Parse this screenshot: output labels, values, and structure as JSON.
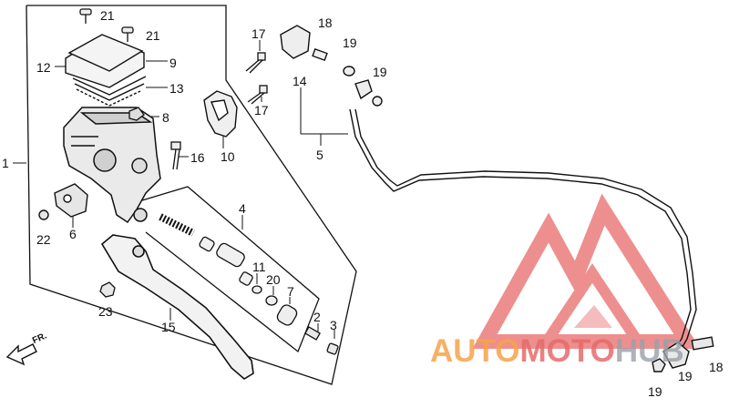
{
  "diagram": {
    "callouts": [
      {
        "id": "label-21a",
        "text": "21"
      },
      {
        "id": "label-21b",
        "text": "21"
      },
      {
        "id": "label-9",
        "text": "9"
      },
      {
        "id": "label-12",
        "text": "12"
      },
      {
        "id": "label-13",
        "text": "13"
      },
      {
        "id": "label-8",
        "text": "8"
      },
      {
        "id": "label-1",
        "text": "1"
      },
      {
        "id": "label-16",
        "text": "16"
      },
      {
        "id": "label-10",
        "text": "10"
      },
      {
        "id": "label-17a",
        "text": "17"
      },
      {
        "id": "label-17b",
        "text": "17"
      },
      {
        "id": "label-18a",
        "text": "18"
      },
      {
        "id": "label-19a",
        "text": "19"
      },
      {
        "id": "label-19b",
        "text": "19"
      },
      {
        "id": "label-14",
        "text": "14"
      },
      {
        "id": "label-5",
        "text": "5"
      },
      {
        "id": "label-4",
        "text": "4"
      },
      {
        "id": "label-22",
        "text": "22"
      },
      {
        "id": "label-6",
        "text": "6"
      },
      {
        "id": "label-11",
        "text": "11"
      },
      {
        "id": "label-20",
        "text": "20"
      },
      {
        "id": "label-7",
        "text": "7"
      },
      {
        "id": "label-2",
        "text": "2"
      },
      {
        "id": "label-3",
        "text": "3"
      },
      {
        "id": "label-23",
        "text": "23"
      },
      {
        "id": "label-15",
        "text": "15"
      },
      {
        "id": "label-19c",
        "text": "19"
      },
      {
        "id": "label-19d",
        "text": "19"
      },
      {
        "id": "label-18b",
        "text": "18"
      }
    ],
    "direction_marker": "FR.",
    "watermark": {
      "part1": "AUTO",
      "part2": "MOTO",
      "part3": "HUB",
      "colors": {
        "orange": "#f6a34a",
        "red": "#e86a6a",
        "gray": "#9aa0a8"
      }
    }
  }
}
